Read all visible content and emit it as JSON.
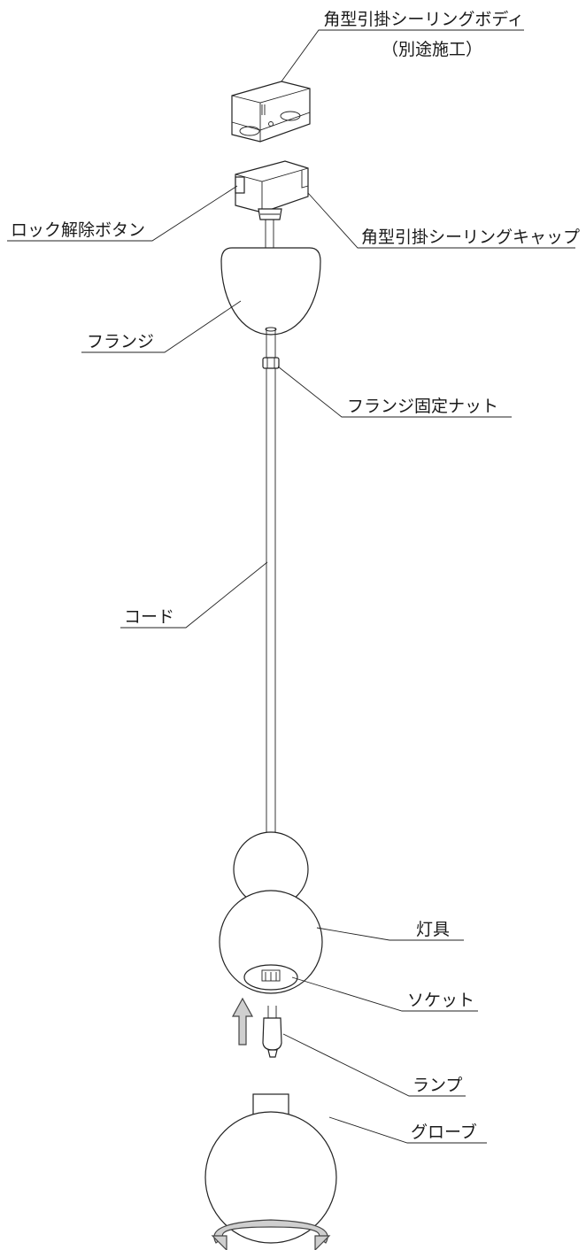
{
  "labels": {
    "ceiling_body": "角型引掛シーリングボディ",
    "ceiling_body_note": "（別途施工）",
    "lock_release_button": "ロック解除ボタン",
    "ceiling_cap": "角型引掛シーリングキャップ",
    "flange": "フランジ",
    "flange_nut": "フランジ固定ナット",
    "cord": "コード",
    "fixture": "灯具",
    "socket": "ソケット",
    "lamp": "ランプ",
    "globe": "グローブ"
  }
}
